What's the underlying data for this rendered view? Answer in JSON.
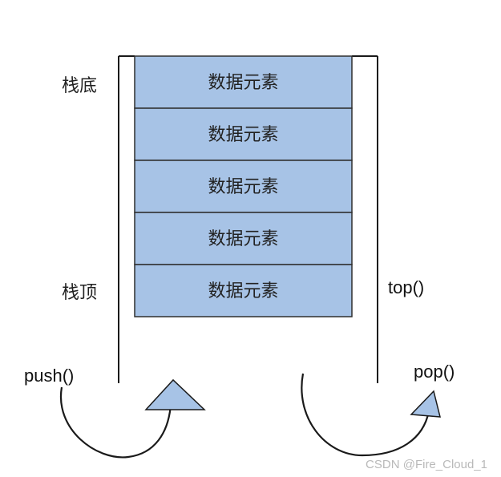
{
  "stack": {
    "cells": [
      "数据元素",
      "数据元素",
      "数据元素",
      "数据元素",
      "数据元素"
    ],
    "bottom_label": "栈底",
    "top_label": "栈顶"
  },
  "operations": {
    "push_label": "push()",
    "pop_label": "pop()",
    "top_label": "top()"
  },
  "colors": {
    "cell_fill": "#a7c3e6",
    "cell_stroke": "#2f2f2f",
    "arrow_fill": "#a7c3e6",
    "line": "#1a1a1a"
  },
  "watermark": "CSDN @Fire_Cloud_1"
}
